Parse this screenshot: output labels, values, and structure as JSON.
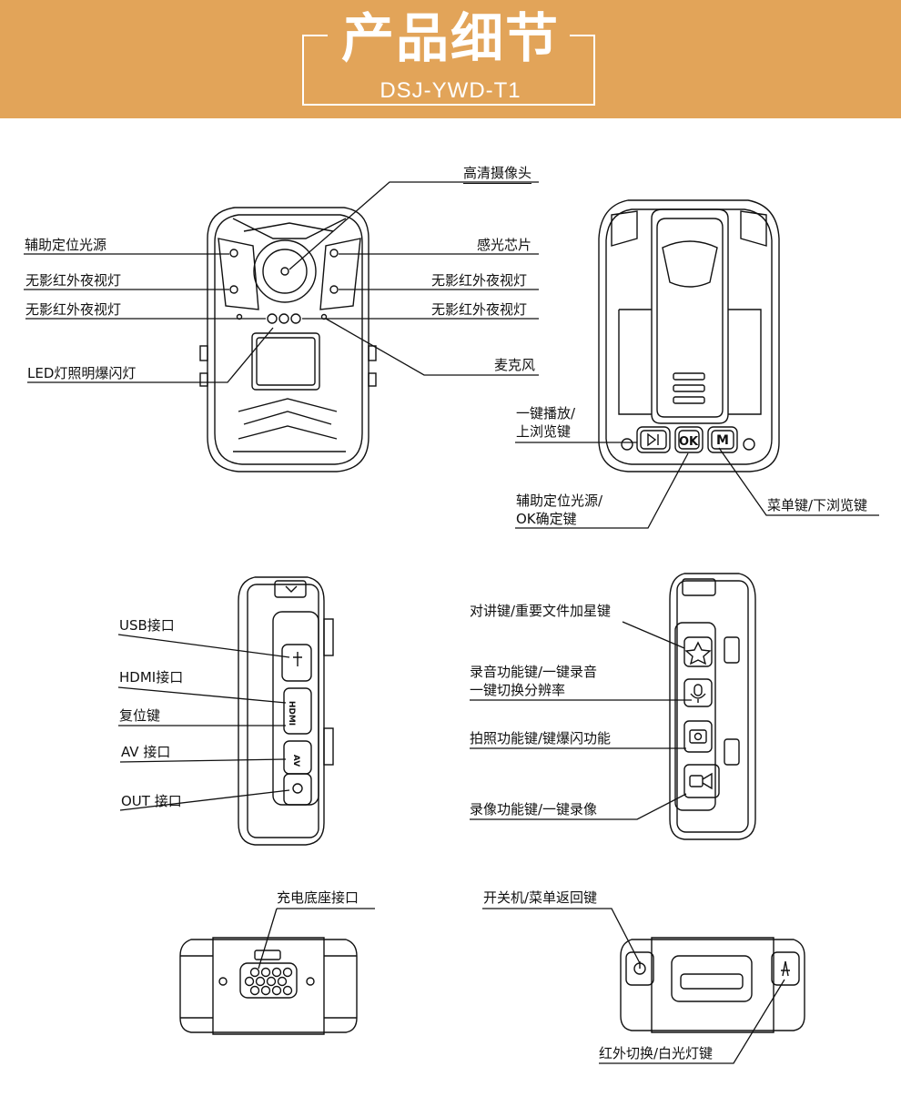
{
  "header": {
    "title": "产品细节",
    "subtitle": "DSJ-YWD-T1"
  },
  "front": {
    "camera": "高清摄像头",
    "aux_light": "辅助定位光源",
    "sensor": "感光芯片",
    "ir_left_1": "无影红外夜视灯",
    "ir_right_1": "无影红外夜视灯",
    "ir_left_2": "无影红外夜视灯",
    "ir_right_2": "无影红外夜视灯",
    "mic": "麦克风",
    "led": "LED灯照明爆闪灯"
  },
  "back": {
    "play_line1": "一键播放/",
    "play_line2": "上浏览键",
    "ok_line1": "辅助定位光源/",
    "ok_line2": "OK确定键",
    "menu": "菜单键/下浏览键",
    "btn_ok": "OK",
    "btn_m": "M"
  },
  "left_side": {
    "usb": "USB接口",
    "hdmi": "HDMI接口",
    "reset": "复位键",
    "av": "AV 接口",
    "out": "OUT 接口",
    "hdmi_mark": "HDMI",
    "av_mark": "AV"
  },
  "right_side": {
    "talk": "对讲键/重要文件加星键",
    "audio_line1": "录音功能键/一键录音",
    "audio_line2": "一键切换分辨率",
    "photo": "拍照功能键/键爆闪功能",
    "video": "录像功能键/一键录像"
  },
  "bottom": {
    "dock": "充电底座接口",
    "power": "开关机/菜单返回键",
    "ir_switch": "红外切换/白光灯键"
  },
  "colors": {
    "banner": "#e2a459",
    "line": "#111111"
  }
}
